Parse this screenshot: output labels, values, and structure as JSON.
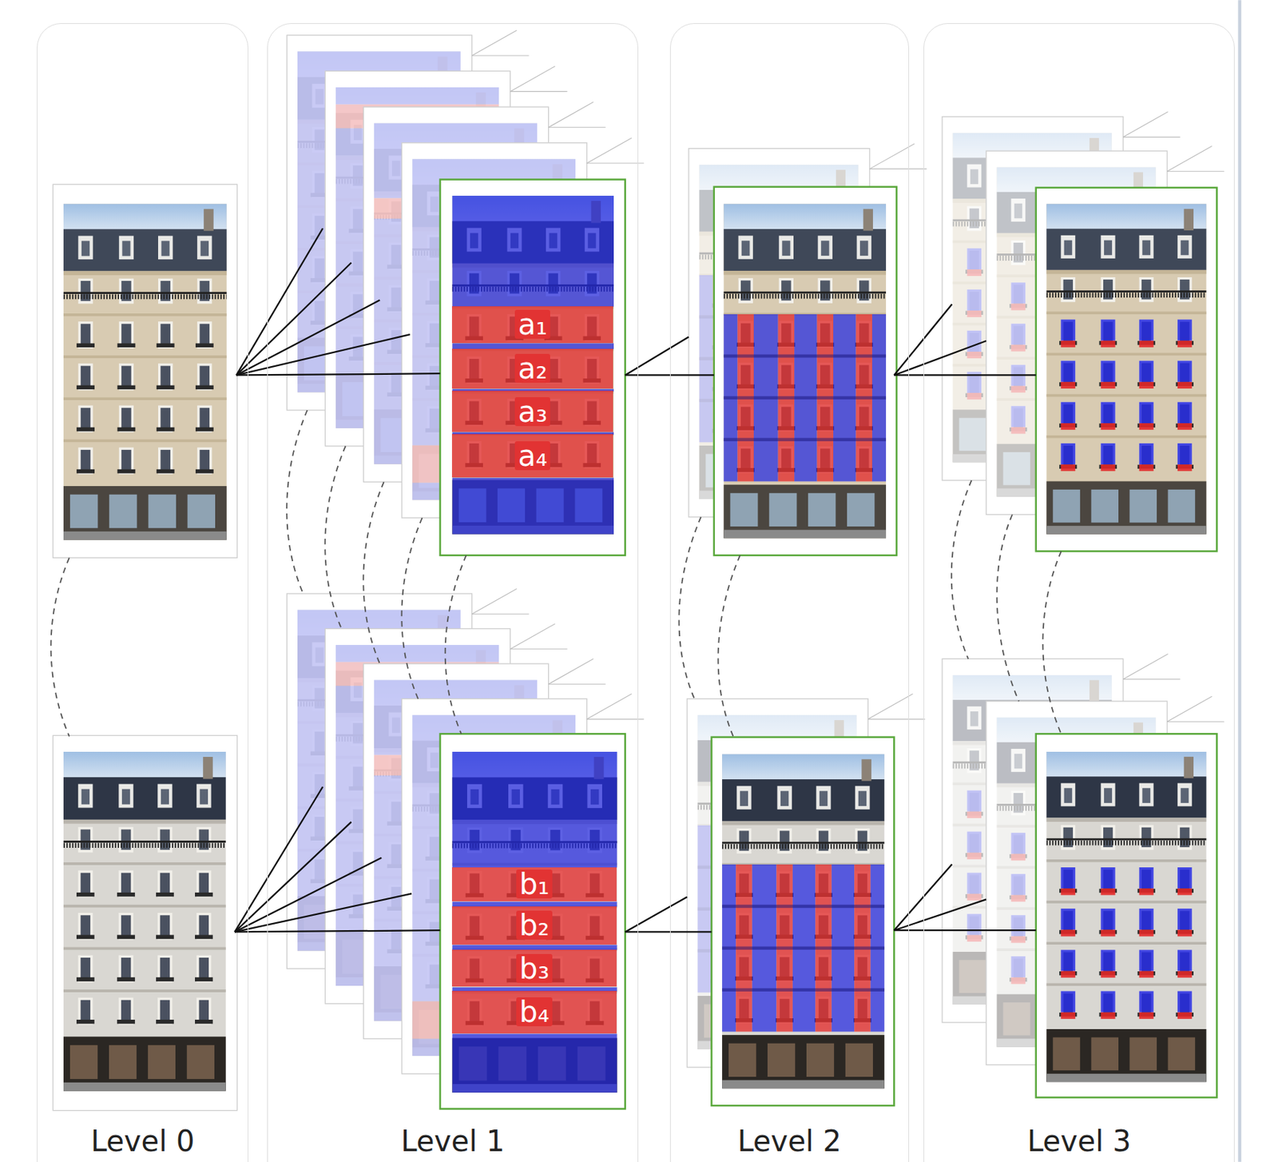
{
  "diagram": {
    "nodes": [
      {
        "text": [
          "Level 0"
        ]
      },
      {
        "text": [
          "Level 1"
        ]
      },
      {
        "text": [
          "a₁"
        ],
        "in": 1
      },
      {
        "text": [
          "a₂"
        ],
        "in": 1
      },
      {
        "text": [
          "a₃"
        ],
        "in": 1
      },
      {
        "text": [
          "a₄"
        ],
        "in": 1
      },
      {
        "text": [
          "b₁"
        ],
        "in": 1
      },
      {
        "text": [
          "b₂"
        ],
        "in": 1
      },
      {
        "text": [
          "b₃"
        ],
        "in": 1
      },
      {
        "text": [
          "b₄"
        ],
        "in": 1
      },
      {
        "text": [
          "Level 2"
        ]
      },
      {
        "text": [
          "Level 3"
        ]
      }
    ]
  }
}
